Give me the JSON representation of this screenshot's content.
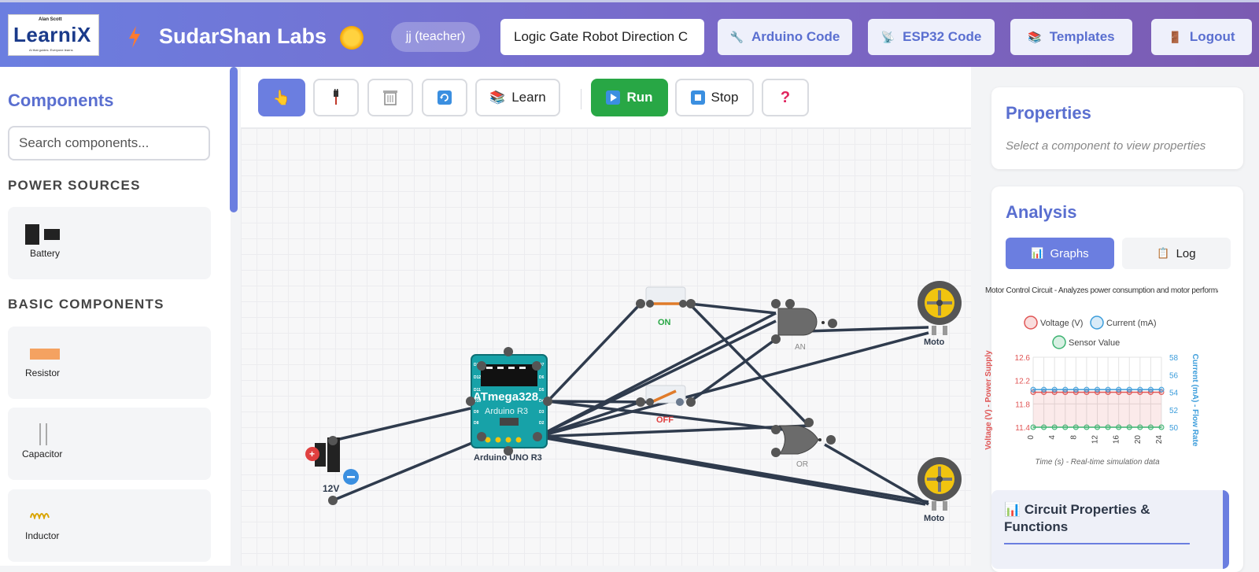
{
  "header": {
    "logo_small": "Alan Scott",
    "logo_main": "LearniX",
    "logo_tagline": "AI that guides. Everyone learns",
    "brand": "SudarShan Labs",
    "user": "jj (teacher)",
    "project_name": "Logic Gate Robot Direction C",
    "buttons": {
      "arduino": "Arduino Code",
      "esp32": "ESP32 Code",
      "templates": "Templates",
      "logout": "Logout"
    }
  },
  "sidebar": {
    "title": "Components",
    "search_placeholder": "Search components...",
    "sections": [
      {
        "title": "POWER SOURCES",
        "items": [
          {
            "label": "Battery",
            "icon": "battery-icon"
          }
        ]
      },
      {
        "title": "BASIC COMPONENTS",
        "items": [
          {
            "label": "Resistor",
            "icon": "resistor-icon"
          },
          {
            "label": "Capacitor",
            "icon": "capacitor-icon"
          },
          {
            "label": "Inductor",
            "icon": "inductor-icon"
          }
        ]
      }
    ]
  },
  "toolbar": {
    "learn": "Learn",
    "run": "Run",
    "stop": "Stop",
    "help": "?"
  },
  "canvas": {
    "battery_label": "12V",
    "switch_on_label": "ON",
    "switch_off_label": "OFF",
    "arduino_chip": "ATmega328",
    "arduino_model": "Arduino R3",
    "arduino_label": "Arduino UNO R3",
    "gate_and_label": "AN",
    "gate_or_label": "OR",
    "motor_label_1": "Moto",
    "motor_label_2": "Moto",
    "pins_left": [
      "D13",
      "D12",
      "D11",
      "D10",
      "D9",
      "D8"
    ],
    "pins_right": [
      "D7",
      "D6",
      "D5",
      "D4",
      "D3",
      "D2"
    ]
  },
  "properties": {
    "title": "Properties",
    "hint": "Select a component to view properties"
  },
  "analysis": {
    "title": "Analysis",
    "tab_graphs": "Graphs",
    "tab_log": "Log",
    "circuit_props_title": "Circuit Properties & Functions"
  },
  "chart_data": {
    "type": "line",
    "title": "Motor Control Circuit - Analyzes power consumption and motor performance",
    "xlabel": "Time (s) - Real-time simulation data",
    "ylabel_left": "Voltage (V) - Power Supply",
    "ylabel_right": "Current (mA) - Flow Rate",
    "x": [
      0,
      2,
      4,
      6,
      8,
      10,
      12,
      14,
      16,
      18,
      20,
      22,
      24
    ],
    "x_ticks": [
      0,
      4,
      8,
      12,
      16,
      20,
      24
    ],
    "y_left_ticks": [
      11.4,
      11.8,
      12.2,
      12.6
    ],
    "y_right_ticks": [
      50,
      52,
      54,
      56,
      58
    ],
    "ylim_left": [
      11.4,
      12.6
    ],
    "ylim_right": [
      50,
      58
    ],
    "legend_position": "top",
    "grid": true,
    "series": [
      {
        "name": "Voltage (V)",
        "axis": "left",
        "color": "#e05555",
        "values": [
          12.0,
          12.0,
          12.0,
          12.0,
          12.0,
          12.0,
          12.0,
          12.0,
          12.0,
          12.0,
          12.0,
          12.0,
          12.0
        ]
      },
      {
        "name": "Current (mA)",
        "axis": "right",
        "color": "#3c9ddb",
        "values": [
          54.3,
          54.3,
          54.3,
          54.3,
          54.3,
          54.3,
          54.3,
          54.3,
          54.3,
          54.3,
          54.3,
          54.3,
          54.3
        ]
      },
      {
        "name": "Sensor Value",
        "axis": "left",
        "color": "#3cb371",
        "values": [
          11.4,
          11.4,
          11.4,
          11.4,
          11.4,
          11.4,
          11.4,
          11.4,
          11.4,
          11.4,
          11.4,
          11.4,
          11.4
        ]
      }
    ]
  }
}
